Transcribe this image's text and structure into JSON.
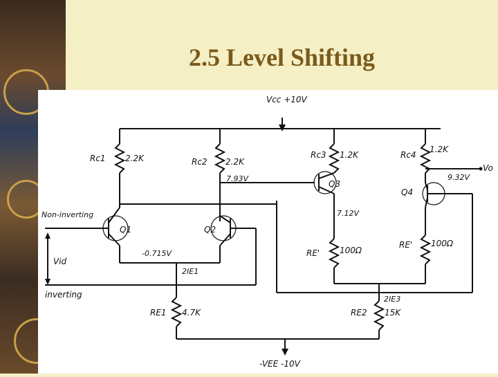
{
  "slide": {
    "title": "2.5 Level Shifting"
  },
  "colors": {
    "title": "#7a5a1a",
    "background": "#f5efc6",
    "schematic_bg": "#ffffff"
  },
  "circuit": {
    "supply_pos": "Vcc +10V",
    "supply_neg": "-VEE -10V",
    "output": "Vo",
    "rc1_label": "Rc1",
    "rc1_value": "2.2K",
    "rc2_label": "Rc2",
    "rc2_value": "2.2K",
    "rc3_label": "Rc3",
    "rc3_value": "1.2K",
    "rc4_label": "Rc4",
    "rc4_value": "1.2K",
    "re_q3_label": "RE'",
    "re_q3_value": "100Ω",
    "re_q4_label": "RE'",
    "re_q4_value": "100Ω",
    "re1_label": "RE1",
    "re1_value": "4.7K",
    "re2_label": "RE2",
    "re2_value": "15K",
    "q1": "Q1",
    "q2": "Q2",
    "q3": "Q3",
    "q4": "Q4",
    "v_q3_base": "7.93V",
    "v_q3_emitter": "7.12V",
    "v_q4_emitter": "9.32V",
    "v_emitter_common": "-0.715V",
    "current_re1": "2IE1",
    "current_re2": "2IE3",
    "input_noninv": "Non-inverting",
    "input_inv": "inverting",
    "input_vid": "Vid"
  }
}
